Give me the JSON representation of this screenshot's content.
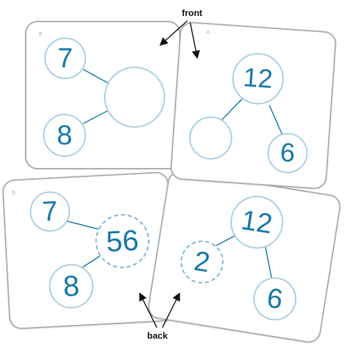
{
  "cards": {
    "top_left": {
      "letter": "B",
      "top": "7",
      "bottom": "8",
      "result": ""
    },
    "top_right": {
      "letter": "A",
      "top": "12",
      "bottom_right": "6",
      "bottom_left": ""
    },
    "bottom_left": {
      "letter": "B",
      "top": "7",
      "bottom": "8",
      "result": "56"
    },
    "bottom_right": {
      "top": "12",
      "bottom_right": "6",
      "bottom_left": "2"
    }
  },
  "labels": {
    "front": "front",
    "back": "back"
  },
  "colors": {
    "number": "#1478a8",
    "circle_border": "#a8cde2",
    "card_border": "#a9adb2"
  }
}
